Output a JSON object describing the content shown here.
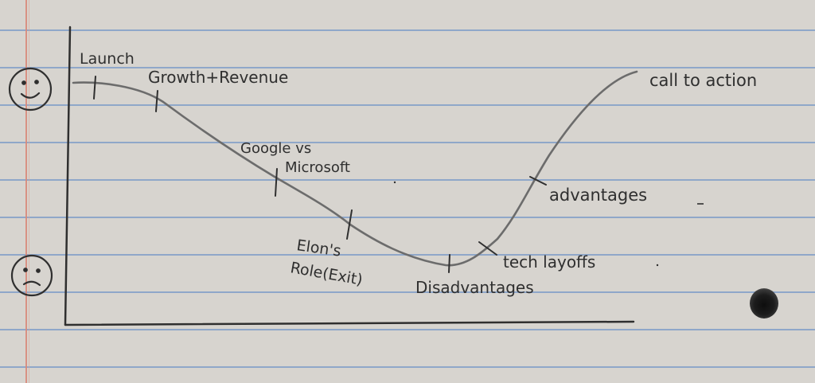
{
  "faces": {
    "happy": "happy-face",
    "sad": "sad-face"
  },
  "labels": {
    "launch": "Launch",
    "growth": "Growth+Revenue",
    "google_1": "Google vs",
    "google_2": "Microsoft",
    "elon_1": "Elon's",
    "elon_2": "Role(Exit)",
    "disadvantages": "Disadvantages",
    "layoffs": "tech layoffs",
    "advantages": "advantages",
    "cta": "call to action"
  },
  "colors": {
    "ink": "#2f2f2f",
    "pencil": "#6c6c6c",
    "rule": "#8fa7c9",
    "margin": "#d98a7a"
  }
}
